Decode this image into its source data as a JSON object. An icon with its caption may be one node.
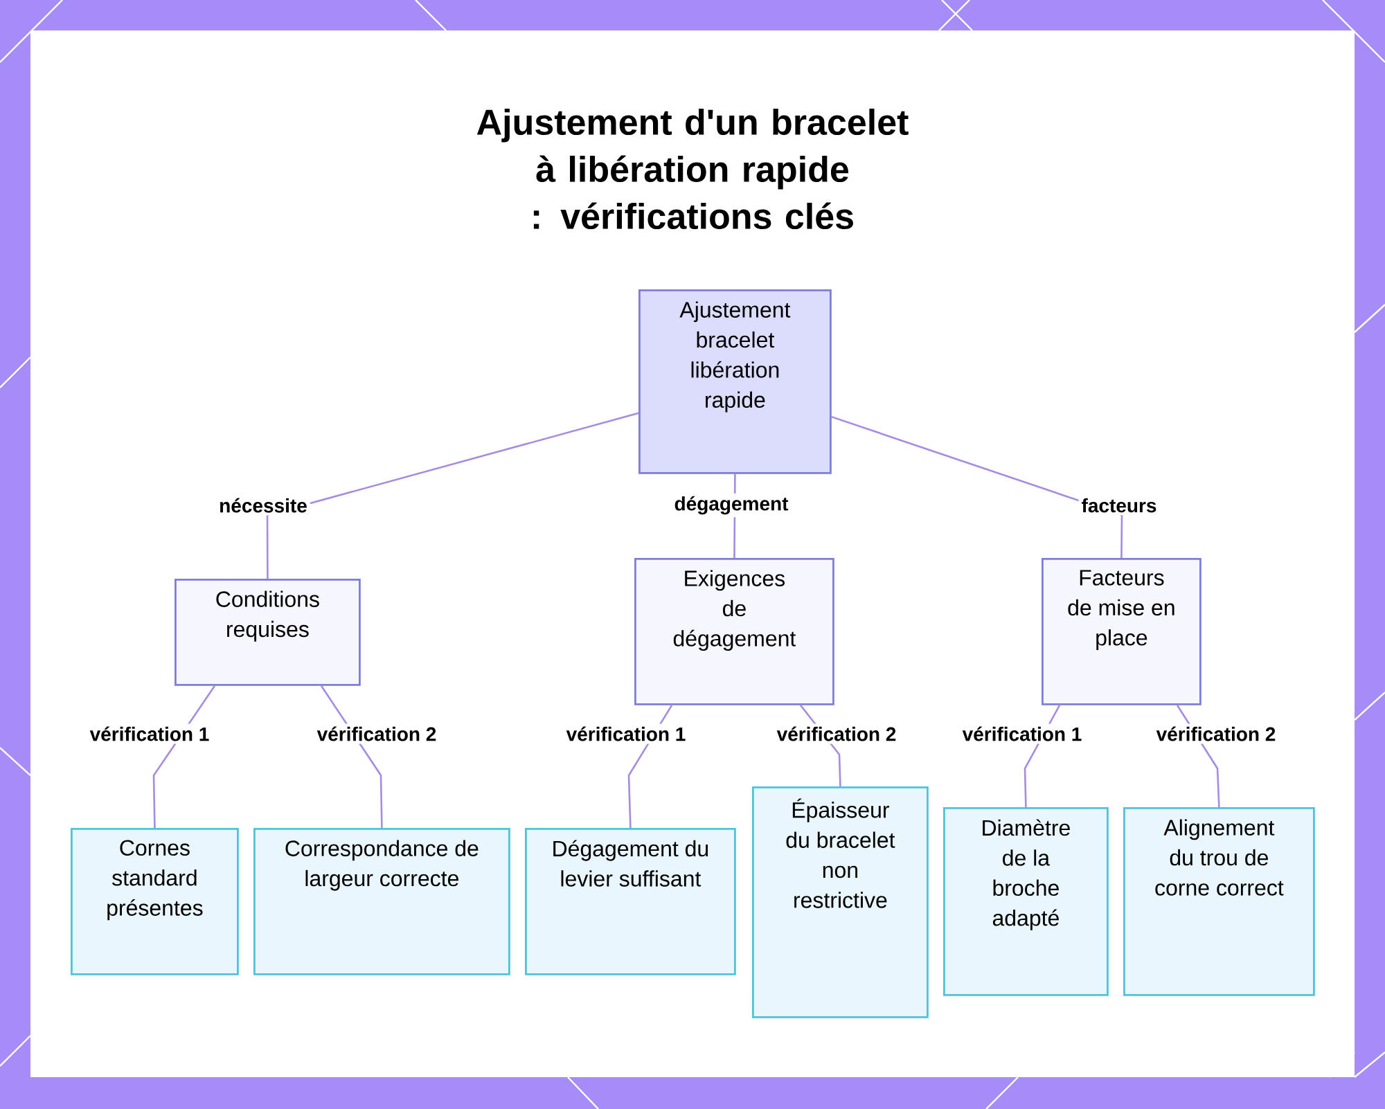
{
  "diagram": {
    "title": "Ajustement d'un bracelet à libération rapide : vérifications clés",
    "nodes": [
      {
        "text": [
          "Ajustement bracelet libération rapide"
        ]
      },
      {
        "text": [
          "Conditions requises"
        ]
      },
      {
        "text": [
          "Exigences de dégagement"
        ]
      },
      {
        "text": [
          "Facteurs de mise en place"
        ]
      },
      {
        "text": [
          "Cornes standard présentes"
        ]
      },
      {
        "text": [
          "Correspondance de largeur correcte"
        ]
      },
      {
        "text": [
          "Dégagement du levier suffisant"
        ]
      },
      {
        "text": [
          "Épaisseur du bracelet non restrictive"
        ]
      },
      {
        "text": [
          "Diamètre de la broche adapté"
        ]
      },
      {
        "text": [
          "Alignement du trou de corne correct"
        ]
      }
    ],
    "edges": [
      {
        "from": 0,
        "to": 1,
        "arrow": "none",
        "label": "nécessite"
      },
      {
        "from": 0,
        "to": 2,
        "arrow": "none",
        "label": "dégagement"
      },
      {
        "from": 0,
        "to": 3,
        "arrow": "none",
        "label": "facteurs"
      },
      {
        "from": 1,
        "to": 4,
        "arrow": "none",
        "label": "vérification 1"
      },
      {
        "from": 1,
        "to": 5,
        "arrow": "none",
        "label": "vérification 2"
      },
      {
        "from": 2,
        "to": 6,
        "arrow": "none",
        "label": "vérification 1"
      },
      {
        "from": 2,
        "to": 7,
        "arrow": "none",
        "label": "vérification 2"
      },
      {
        "from": 3,
        "to": 8,
        "arrow": "none",
        "label": "vérification 1"
      },
      {
        "from": 3,
        "to": 9,
        "arrow": "none",
        "label": "vérification 2"
      }
    ]
  }
}
